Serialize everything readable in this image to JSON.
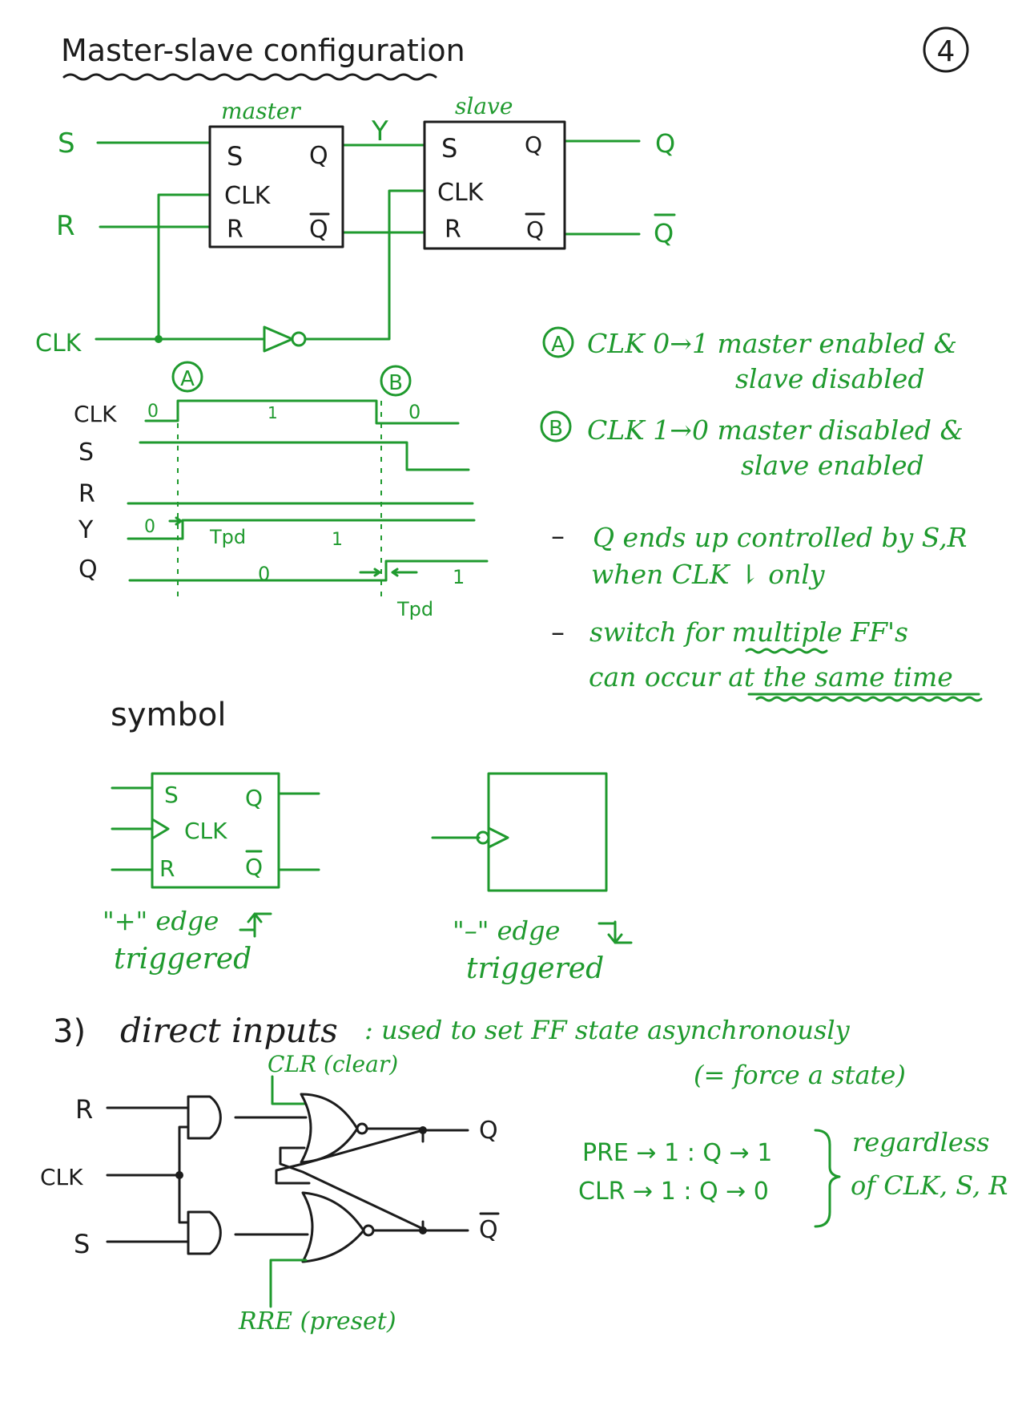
{
  "title": "Master-slave configuration",
  "page_number": "4",
  "master_slave": {
    "inputs": {
      "s": "S",
      "r": "R",
      "clk": "CLK"
    },
    "master_label": "master",
    "slave_label": "slave",
    "intermediate": "Y",
    "ff_pins": {
      "s": "S",
      "clk": "CLK",
      "r": "R",
      "q": "Q",
      "qbar": "Q"
    },
    "outputs": {
      "q": "Q",
      "qbar": "Q"
    }
  },
  "timing": {
    "markers": {
      "a": "A",
      "b": "B"
    },
    "signals": [
      "CLK",
      "S",
      "R",
      "Y",
      "Q"
    ],
    "clk_values": [
      "0",
      "1",
      "0"
    ],
    "y_values": [
      "0",
      "1"
    ],
    "q_values": [
      "0",
      "1"
    ],
    "tpd": "Tpd"
  },
  "notes": {
    "a_marker": "A",
    "a_line1": "CLK 0→1  master enabled &",
    "a_line2": "slave disabled",
    "b_marker": "B",
    "b_line1": "CLK 1→0  master disabled &",
    "b_line2": "slave enabled",
    "bullet": "–",
    "bullet1_line1": "Q ends up controlled by S,R",
    "bullet1_line2": "when CLK ⇂ only",
    "bullet2_line1": "switch for multiple FF's",
    "bullet2_line2": "can occur at the same time"
  },
  "symbol": {
    "heading": "symbol",
    "pins": {
      "s": "S",
      "clk": "CLK",
      "r": "R",
      "q": "Q",
      "qbar": "Q"
    },
    "pos_label1": "\"+\" edge",
    "pos_label2": "triggered",
    "neg_label1": "\"–\" edge",
    "neg_label2": "triggered"
  },
  "direct": {
    "heading_num": "3)",
    "heading": "direct inputs",
    "desc": ": used to set FF state asynchronously",
    "desc2": "(= force a state)",
    "clr_label": "CLR (clear)",
    "pre_label": "RRE (preset)",
    "inputs": {
      "r": "R",
      "clk": "CLK",
      "s": "S"
    },
    "outputs": {
      "q": "Q",
      "qbar": "Q"
    },
    "rule1": "PRE → 1 : Q → 1",
    "rule2": "CLR → 1 : Q → 0",
    "rule_note1": "regardless",
    "rule_note2": "of CLK, S, R"
  },
  "colors": {
    "ink_black": "#1c1c1c",
    "ink_green": "#1f9a2e"
  }
}
